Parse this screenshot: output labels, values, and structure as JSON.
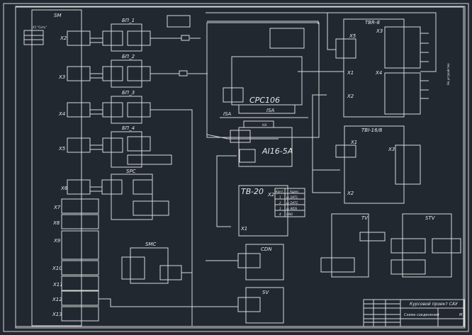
{
  "colors": {
    "background": "#212830",
    "lines": "#d8d8d8"
  },
  "modules": {
    "sm": "SM",
    "bp1": "БП_1",
    "bp2": "БП_2",
    "bp3": "БП_3",
    "bp4": "БП_4",
    "spc": "SPC",
    "smc": "SMC",
    "cpc": "CPC106",
    "isa1": "ISA",
    "isa2": "ISA",
    "isa3": "ISA",
    "ai": "AI16-5A",
    "tbr": "TBR-8",
    "tbi": "TBI-16/8",
    "tb20": "TB-20",
    "cdn": "CDN",
    "sv": "SV",
    "tv": "TV",
    "stv": "STV"
  },
  "connectors": {
    "x1": "X1 \"Сеть\"",
    "x2": "X2",
    "x3": "X3",
    "x4": "X4",
    "x5": "X5",
    "x6": "X6",
    "x7": "X7",
    "x8": "X8",
    "x9": "X9",
    "x10": "X10",
    "x11": "X11",
    "x12": "X12",
    "x13": "X13",
    "tbr_x5": "X5",
    "tbr_x1": "X1",
    "tbr_x2": "X2",
    "tbr_x3": "X3",
    "tbr_x4": "X4",
    "tbi_x1": "X1",
    "tbi_x2": "X2",
    "tbi_x3": "X3",
    "tb_x1": "X1",
    "tb_x2": "X2"
  },
  "tb20_table": {
    "headers": [
      "Конт.",
      "Адрес"
    ],
    "rows": [
      [
        "1",
        "ш_DAT1"
      ],
      [
        "2",
        "ш_DAT2"
      ],
      [
        "3",
        "ш_WDS"
      ],
      [
        "4",
        "GND"
      ]
    ]
  },
  "side_note": "На устройства",
  "title_block": {
    "project": "Курсовой проект САУ",
    "sheet_title": "Схема соединений",
    "scale": "М"
  }
}
